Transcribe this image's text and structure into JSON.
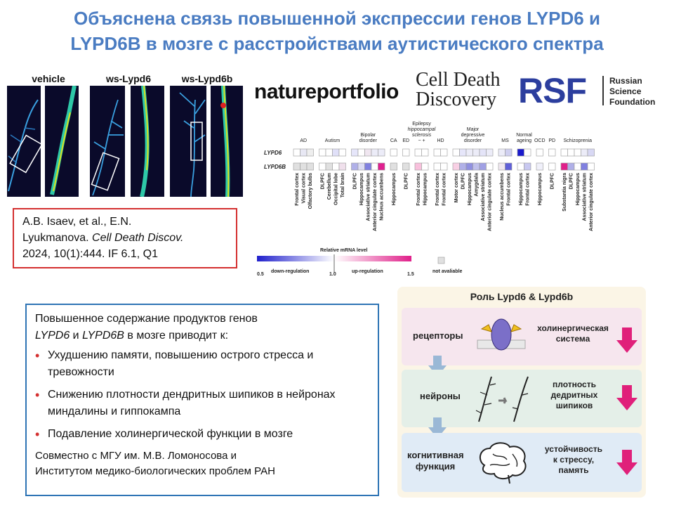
{
  "title": {
    "line1": "Объяснена связь повышенной экспрессии генов LYPD6 и",
    "line2": "LYPD6B в мозге с расстройствами аутистического спектра"
  },
  "micro_labels": [
    "vehicle",
    "ws-Lypd6",
    "ws-Lypd6b"
  ],
  "logos": {
    "nature": "natureportfolio",
    "cdd_line1": "Cell Death",
    "cdd_line2": "Discovery",
    "rsf": "RSF",
    "rsf_text1": "Russian",
    "rsf_text2": "Science",
    "rsf_text3": "Foundation"
  },
  "reference": {
    "line1": "A.B. Isaev, et al., E.N.",
    "line2a": "Lyukmanova. ",
    "line2b": "Cell Death Discov.",
    "line3": "2024, 10(1):444. IF 6.1, Q1"
  },
  "heatmap": {
    "row_labels": [
      "LYPD6",
      "LYPD6B"
    ],
    "groups": [
      "AD",
      "Autism",
      "Bipolar\ndisorder",
      "CA",
      "ED",
      "Epilepsy\nhippocampal\nsclerosis\n−   +",
      "HD",
      "Major\ndepressive\ndisorder",
      "MS",
      "Normal\nageing",
      "OCD",
      "PD",
      "Schizoprenia"
    ],
    "col_labels": [
      "Frontal cortex",
      "Visual cortex",
      "Olfactory bulbs",
      "DLPFC",
      "Cerebellum",
      "Occipital lobe",
      "Total brain",
      "DLPFC",
      "Hippocampus",
      "Associative striatum",
      "Anterior cingulate cortex",
      "Nucleus accumbens",
      "Hippocampus",
      "DLPFC",
      "Frontal cortex",
      "Hippocampus",
      "Frontal cortex",
      "Frontal cortex",
      "Motor cortex",
      "DLPFC",
      "Hippocampus",
      "Amygdala",
      "Associative striatum",
      "Anterior cingulate cortex",
      "Nucleus accumbens",
      "Frontal cortex",
      "Hippocampus",
      "Frontal cortex",
      "Hippocampus",
      "DLPFC",
      "Substantia nigra",
      "DLPFC",
      "Hippocampus",
      "Associative striatum",
      "Anterior cingulate cortex",
      "Nucleus accumbens"
    ],
    "legend_title": "Relative mRNA level",
    "legend_down": "down-regulation",
    "legend_up": "up-regulation",
    "legend_min": "0.5",
    "legend_mid": "1.0",
    "legend_max": "1.5",
    "legend_na": "not avaliable"
  },
  "summary": {
    "intro_a": "Повышенное содержание продуктов генов",
    "gene1": "LYPD6",
    "and": " и ",
    "gene2": "LYPD6B",
    "intro_b": " в мозге приводит к:",
    "bullets": [
      "Ухудшению памяти, повышению острого стресса и тревожности",
      "Снижению плотности дендритных шипиков в нейронах миндалины и гиппокампа",
      "Подавление холинергической функции в мозге"
    ],
    "footer1": "Совместно с МГУ им. М.В. Ломоносова и",
    "footer2": "Институтом медико-биологических проблем РАН"
  },
  "role": {
    "title": "Роль Lypd6 & Lypd6b",
    "left1": "рецепторы",
    "right1a": "холинергическая",
    "right1b": "система",
    "left2": "нейроны",
    "right2a": "плотность",
    "right2b": "дедритных",
    "right2c": "шипиков",
    "left3a": "когнитивная",
    "left3b": "функция",
    "right3a": "устойчивость",
    "right3b": "к стрессу,",
    "right3c": "память"
  },
  "colors": {
    "title": "#4a7cc2",
    "ref_border": "#d43030",
    "box_border": "#2e74b5",
    "bullet": "#d43030",
    "arrow_down": "#e0207a",
    "rsf_blue": "#2c3e9e",
    "rsf_pink": "#e83a8c"
  }
}
